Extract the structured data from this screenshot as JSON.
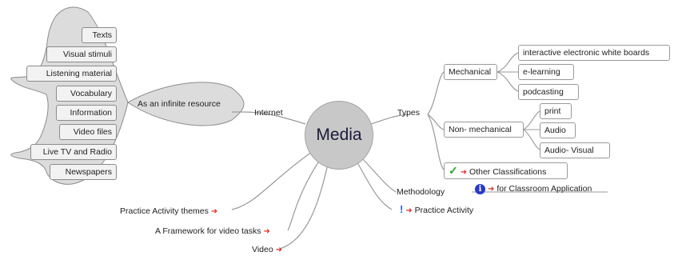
{
  "center": {
    "title": "Media"
  },
  "left": {
    "internet_label": "Internet",
    "resource_label": "As an infinite resource",
    "resources": [
      "Texts",
      "Visual stimuli",
      "Listening material",
      "Vocabulary",
      "Information",
      "Video files",
      "Live TV and Radio",
      "Newspapers"
    ],
    "practice_themes": "Practice Activity themes",
    "framework": "A Framework for video tasks",
    "video": "Video"
  },
  "right": {
    "types_label": "Types",
    "mechanical": {
      "label": "Mechanical",
      "items": [
        "interactive electronic white boards",
        "e-learning",
        "podcasting"
      ]
    },
    "non_mechanical": {
      "label": "Non- mechanical",
      "items": [
        "print",
        "Audio",
        "Audio- Visual"
      ]
    },
    "other_classifications": "Other Classifications",
    "methodology": "Methodology",
    "classroom_application": "for Classroom Application",
    "practice_activity": "Practice Activity"
  },
  "icons": {
    "arrow": "red-arrow-icon",
    "check": "check-icon",
    "info": "info-icon",
    "exclamation": "exclamation-icon"
  },
  "colors": {
    "node_fill": "#c8c8c8",
    "arrow": "#e0302a",
    "check": "#2aa52a",
    "info": "#2838c8"
  }
}
